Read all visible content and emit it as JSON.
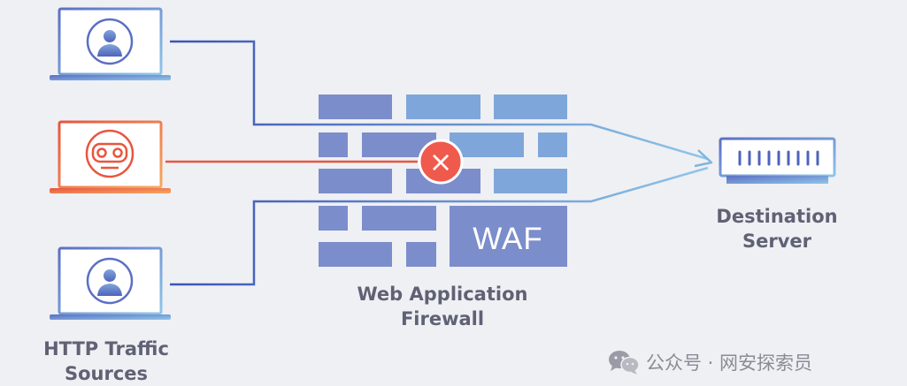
{
  "labels": {
    "sources_line1": "HTTP Traffic",
    "sources_line2": "Sources",
    "waf_line1": "Web Application",
    "waf_line2": "Firewall",
    "dest_line1": "Destination",
    "dest_line2": "Server",
    "waf_text": "WAF",
    "blocked_mark": "×"
  },
  "watermark": {
    "text": "公众号 · 网安探索员",
    "icon": "wechat-icon"
  },
  "icons": {
    "user": "user-icon",
    "bot": "robot-icon",
    "server": "server-icon",
    "blocked": "blocked-x-icon"
  },
  "colors": {
    "background": "#eff0f4",
    "legit_line": "#3b52b4",
    "legit_arrow": "#7fb6dd",
    "malicious": "#e8553f",
    "malicious_laptop": "#f08a55",
    "wall_brick": "#7c8dcb",
    "wall_brick_light": "#7fa6da",
    "block_marker": "#ef5a4c",
    "label_text": "#5f6274"
  }
}
